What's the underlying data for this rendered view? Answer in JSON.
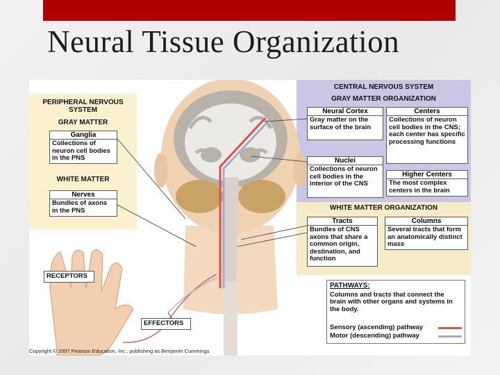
{
  "slide": {
    "title": "Neural Tissue Organization"
  },
  "pns": {
    "header": "PERIPHERAL NERVOUS SYSTEM",
    "gray_matter": "GRAY MATTER",
    "ganglia": {
      "title": "Ganglia",
      "text": "Collections of neuron cell bodies in the PNS"
    },
    "white_matter": "WHITE MATTER",
    "nerves": {
      "title": "Nerves",
      "text": "Bundles of axons in the PNS"
    }
  },
  "cns": {
    "header": "CENTRAL NERVOUS SYSTEM",
    "gray_org": "GRAY MATTER ORGANIZATION",
    "neural_cortex": {
      "title": "Neural Cortex",
      "text": "Gray matter on the surface of the brain"
    },
    "centers": {
      "title": "Centers",
      "text": "Collections of neuron cell bodies in the CNS; each center has specific processing functions"
    },
    "nuclei": {
      "title": "Nuclei",
      "text": "Collections of neuron cell bodies in the interior of the CNS"
    },
    "higher_centers": {
      "title": "Higher Centers",
      "text": "The most complex centers in the brain"
    },
    "white_org": "WHITE MATTER ORGANIZATION",
    "tracts": {
      "title": "Tracts",
      "text": "Bundles of CNS axons that share a common origin, destination, and function"
    },
    "columns": {
      "title": "Columns",
      "text": "Several tracts that form an anatomically distinct mass"
    }
  },
  "labels": {
    "receptors": "RECEPTORS",
    "effectors": "EFFECTORS"
  },
  "pathways": {
    "title": "PATHWAYS:",
    "text": "Columns and tracts that connect the brain with other organs and systems in the body.",
    "sensory": "Sensory (ascending) pathway",
    "motor": "Motor (descending) pathway"
  },
  "colors": {
    "sensory": "#d9534a",
    "motor": "#a9a9cf",
    "cns_panel": "#c9c6e6",
    "pns_panel": "#fbf1cf",
    "title_bar": "#b10000"
  },
  "copyright": "Copyright © 2007 Pearson Education, Inc., publishing as Benjamin Cummings"
}
